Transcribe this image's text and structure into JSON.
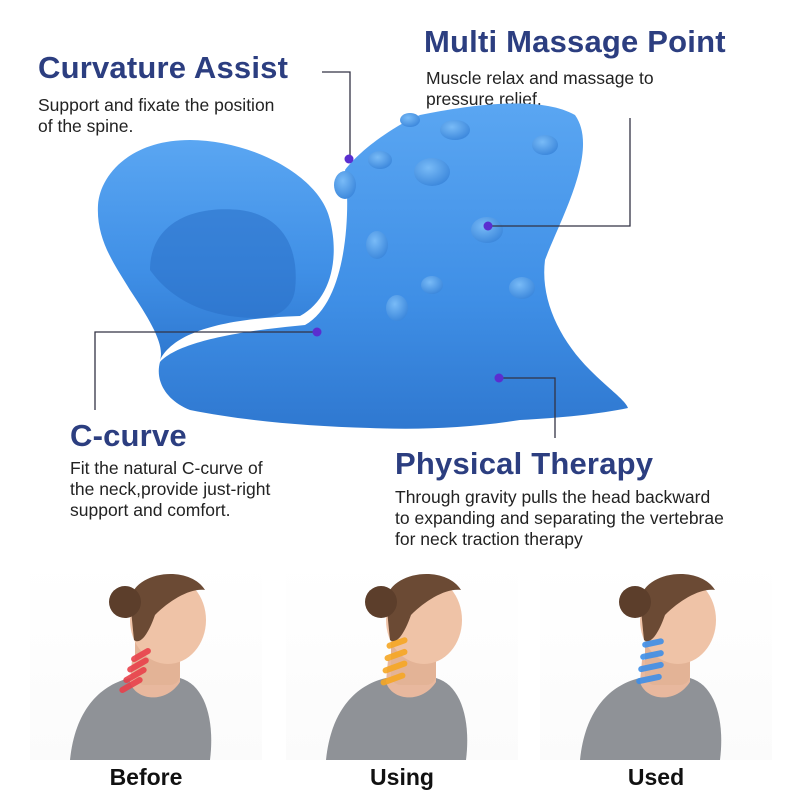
{
  "features": {
    "curvature_assist": {
      "title": "Curvature Assist",
      "description": "Support and fixate the position\nof the spine."
    },
    "multi_massage_point": {
      "title": "Multi Massage Point",
      "description": "Muscle relax and massage to\npressure relief."
    },
    "c_curve": {
      "title": "C-curve",
      "description": "Fit the natural C-curve of\nthe neck,provide just-right\nsupport and comfort."
    },
    "physical_therapy": {
      "title": "Physical Therapy",
      "description": "Through gravity pulls the head backward\nto expanding and separating the vertebrae\nfor neck traction therapy"
    }
  },
  "stages": [
    {
      "label": "Before",
      "highlight_color": "#e8404a"
    },
    {
      "label": "Using",
      "highlight_color": "#f5a623"
    },
    {
      "label": "Used",
      "highlight_color": "#3d8ee8"
    }
  ],
  "colors": {
    "heading": "#2c3e80",
    "product_blue": "#3f8fe6",
    "marker": "#5a2ed0",
    "callout_line": "#333344"
  },
  "icons": {
    "product": "neck-stretcher-pillow",
    "marker": "callout-dot"
  }
}
